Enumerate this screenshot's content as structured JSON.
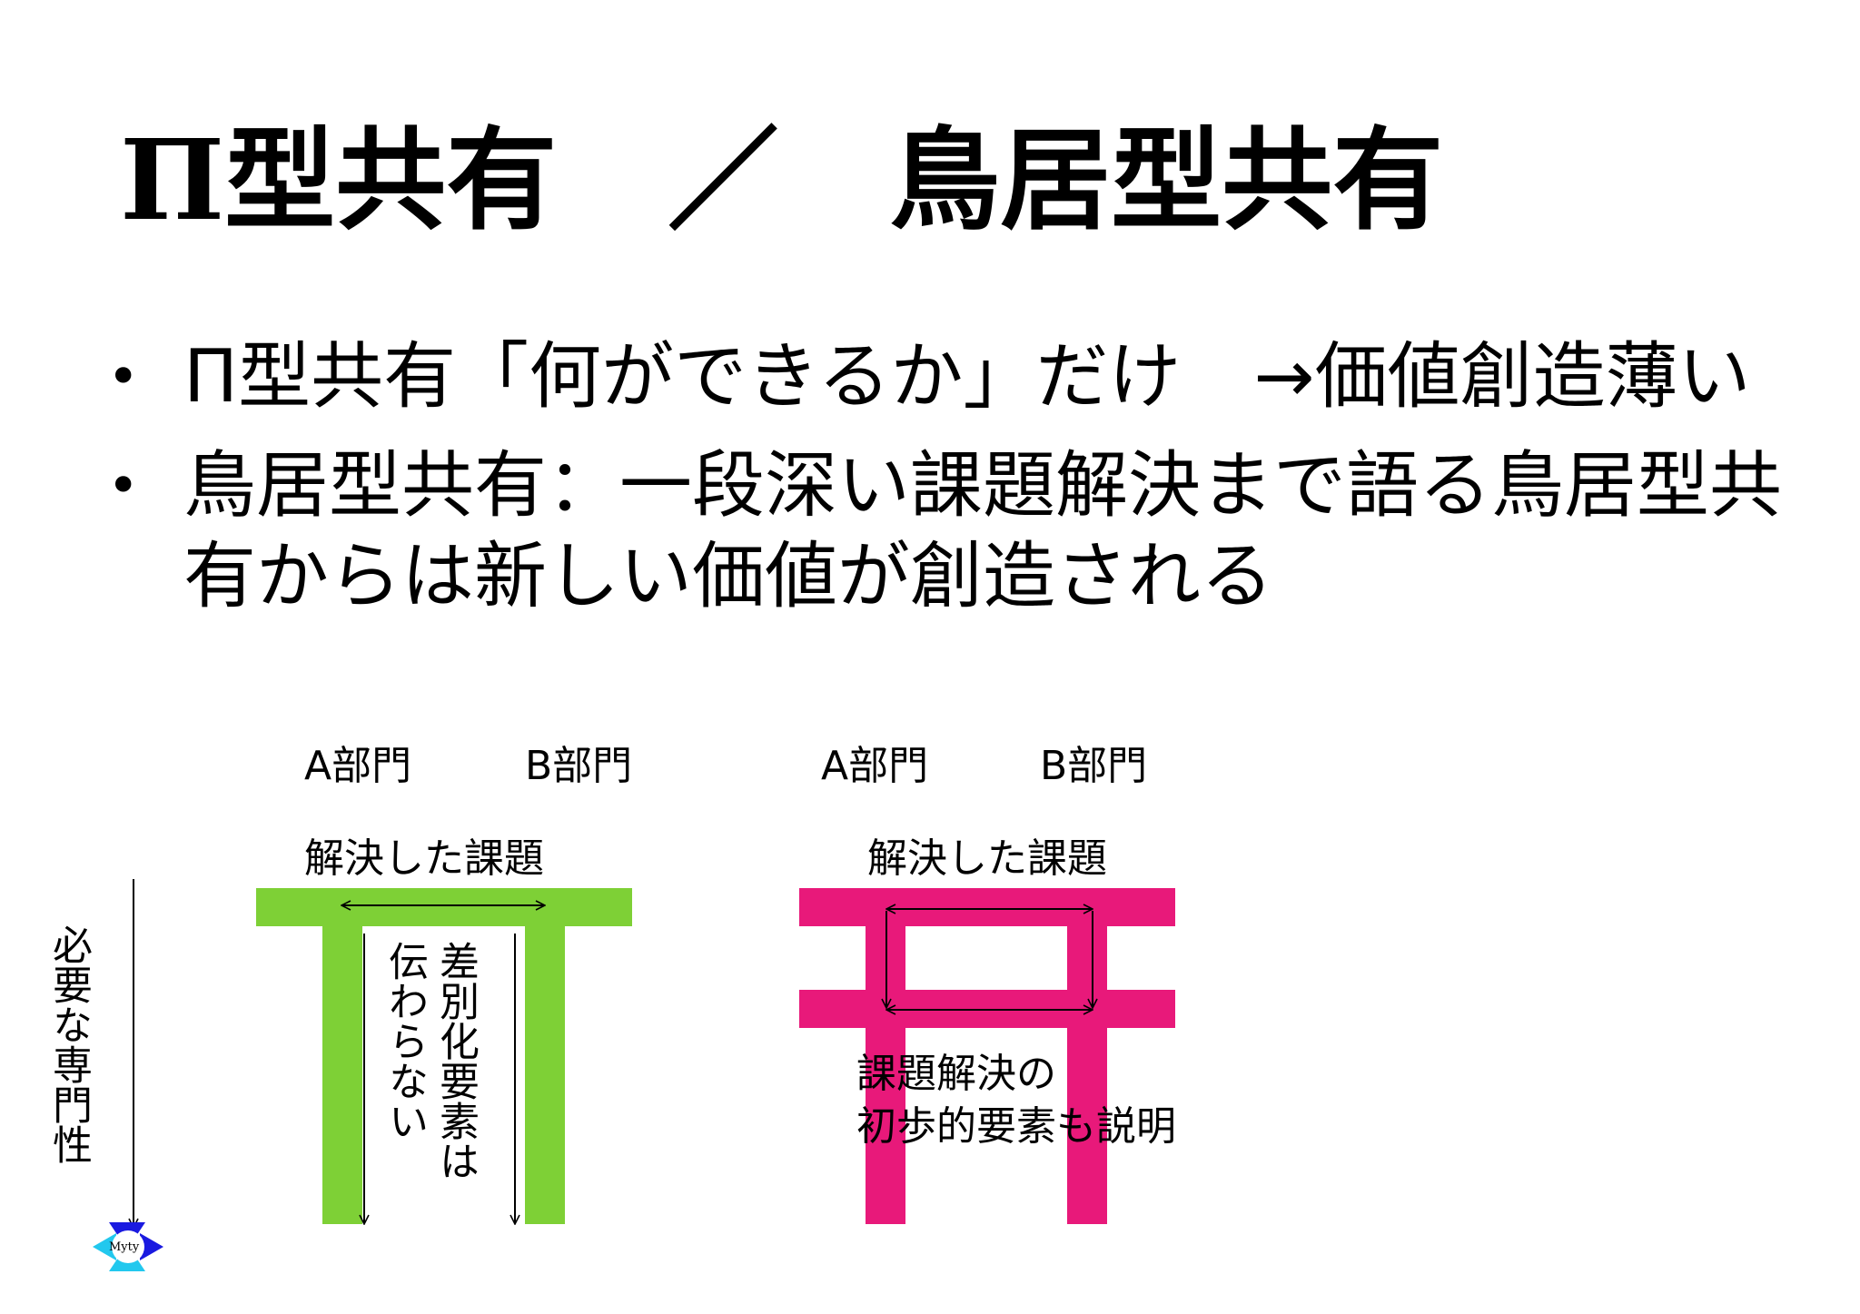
{
  "slide": {
    "title": "Π型共有　／　鳥居型共有",
    "bullets": [
      "Π型共有「何ができるか」だけ　→価値創造薄い",
      "鳥居型共有：一段深い課題解決まで語る鳥居型共有からは新しい価値が創造される"
    ],
    "bullet_symbol": "•"
  },
  "left_axis": {
    "label": "必要な専門性"
  },
  "pi_diagram": {
    "dept_a": "A部門",
    "dept_b": "B部門",
    "solved_label": "解決した課題",
    "col1": "差別化要素は",
    "col2": "伝わらない",
    "color": "#7ed036"
  },
  "torii_diagram": {
    "dept_a": "A部門",
    "dept_b": "B部門",
    "solved_label": "解決した課題",
    "note_line1": "課題解決の",
    "note_line2": "初歩的要素も説明",
    "color": "#e8197a"
  },
  "logo": {
    "text": "Myty",
    "colors": [
      "#1a1ae0",
      "#22c8ee"
    ]
  }
}
